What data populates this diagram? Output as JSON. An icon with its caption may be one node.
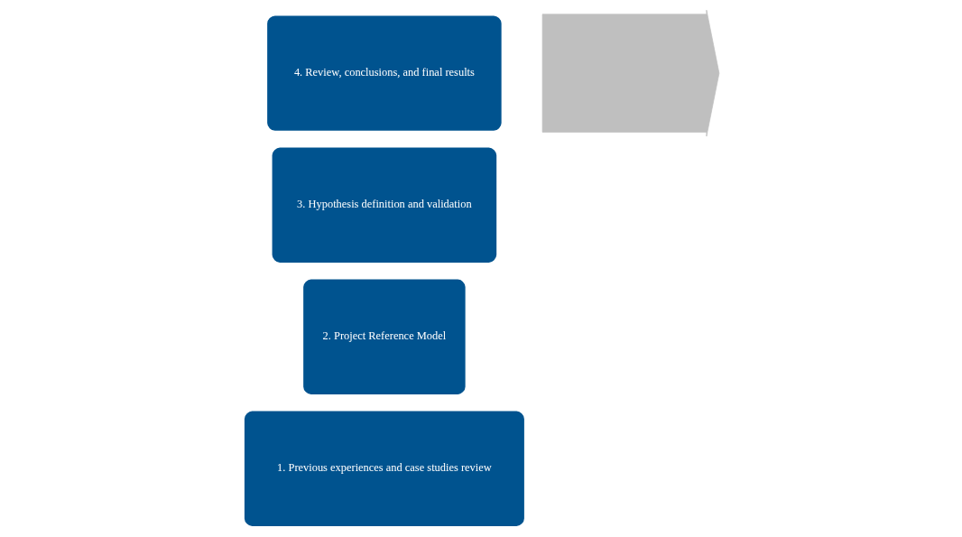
{
  "diagram": {
    "nodes": [
      {
        "text": [],
        "shape": "arrow"
      },
      {
        "text": [
          "1. Previous experiences and case studies review"
        ]
      },
      {
        "text": [
          "2. Project Reference Model"
        ]
      },
      {
        "text": [
          "3. Hypothesis definition and validation"
        ]
      },
      {
        "text": [
          "4. Review, conclusions, and final results"
        ]
      }
    ]
  }
}
